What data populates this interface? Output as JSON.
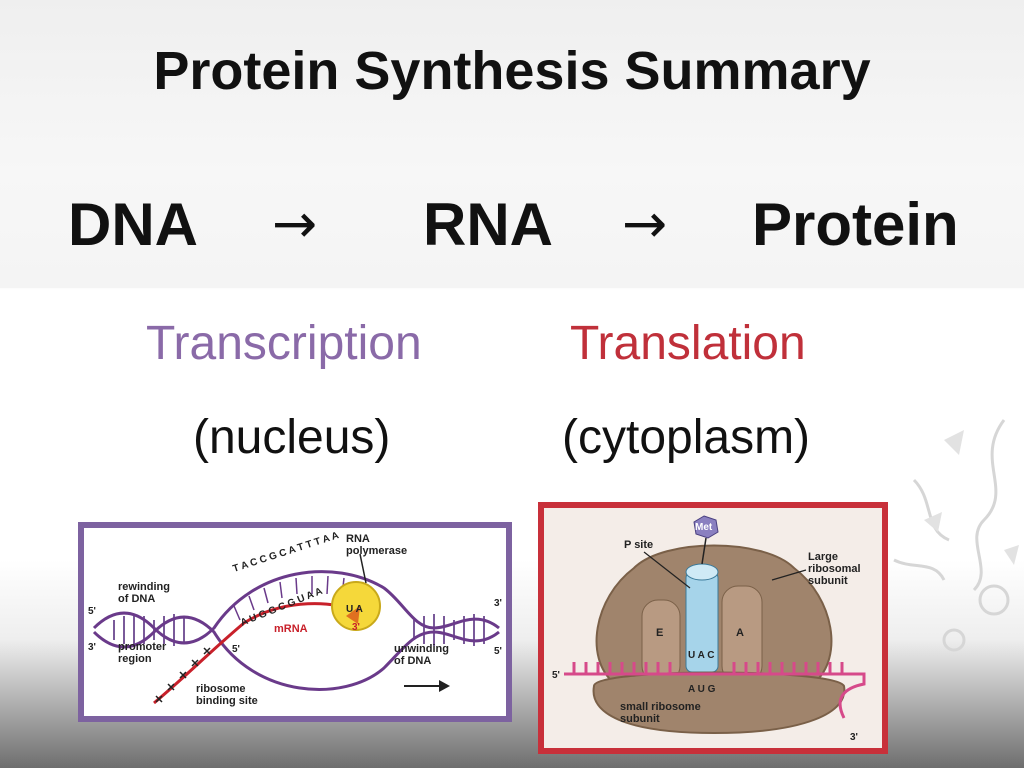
{
  "title": "Protein Synthesis Summary",
  "flow": {
    "dna": "DNA",
    "rna": "RNA",
    "protein": "Protein",
    "arrow": "→"
  },
  "processes": {
    "transcription": {
      "label": "Transcription",
      "location": "(nucleus)",
      "color": "#8a6aa8"
    },
    "translation": {
      "label": "Translation",
      "location": "(cytoplasm)",
      "color": "#c0303a"
    }
  },
  "transcription_diagram": {
    "border_color": "#7d62a0",
    "labels": {
      "rna_polymerase": "RNA\npolymerase",
      "rewinding": "rewinding\nof DNA",
      "promoter": "promoter\nregion",
      "mrna": "mRNA",
      "unwinding": "unwinding\nof DNA",
      "ribosome_binding": "ribosome\nbinding site",
      "five_prime_left": "5'",
      "three_prime_left": "3'",
      "five_prime_mid": "5'",
      "three_prime_mid": "3'",
      "three_prime_right": "3'",
      "five_prime_right": "5'"
    },
    "top_strand_bases": "T A C C G C A T T T A A",
    "lower_bases": "A U G G C G U A A",
    "polymerase_bases": "U A"
  },
  "translation_diagram": {
    "border_color": "#c8303a",
    "labels": {
      "met": "Met",
      "p_site": "P site",
      "large_subunit": "Large\nribosomal\nsubunit",
      "e_site": "E",
      "a_site": "A",
      "anticodon": "U A C",
      "codon": "A U G",
      "five_prime": "5'",
      "three_prime": "3'",
      "small_subunit": "small ribosome\nsubunit"
    }
  }
}
